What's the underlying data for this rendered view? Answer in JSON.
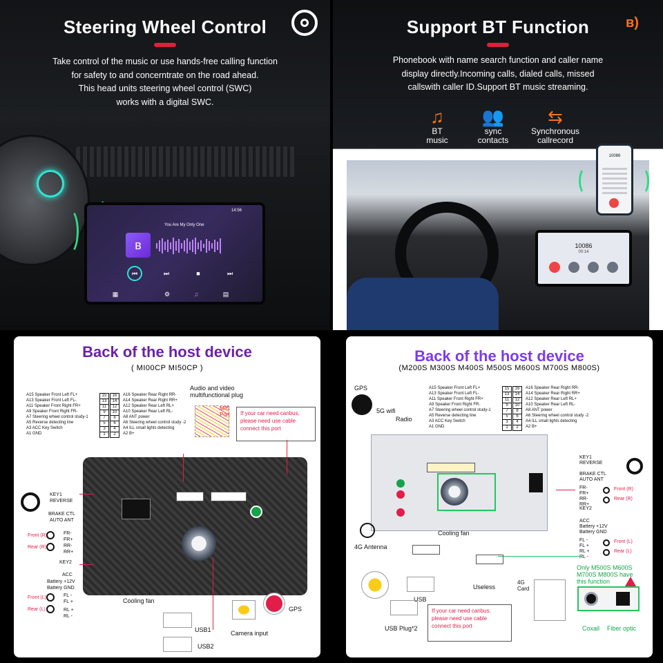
{
  "panel_steering": {
    "title": "Steering Wheel Control",
    "description": [
      "Take control of the music or use hands-free calling function",
      "for safety to and concerntrate on the road ahead.",
      "This head units steering wheel control (SWC)",
      "works with a digital SWC."
    ],
    "screen": {
      "status": "14:56",
      "song": "You Are My Only One"
    }
  },
  "panel_bt": {
    "title": "Support BT Function",
    "description": [
      "Phonebook with name search function and caller name",
      "display directly.Incoming calls, dialed calls, missed",
      "callswith caller ID.Support BT music streaming."
    ],
    "features": [
      {
        "icon": "music-note-icon",
        "label1": "BT",
        "label2": "music"
      },
      {
        "icon": "contacts-icon",
        "label1": "sync",
        "label2": "contacts"
      },
      {
        "icon": "sync-icon",
        "label1": "Synchronous",
        "label2": "callrecord"
      }
    ],
    "phone_number": "10086",
    "screen_number": "10086",
    "screen_time": "00:14",
    "colors": {
      "accent": "#f97316",
      "brand": "#e0203a"
    }
  },
  "panel_back1": {
    "title": "Back of the host device",
    "models": "( MI00CP  MI50CP )",
    "title_color": "#6b21a8",
    "pins_left": [
      "A15  Speaker Front Left FL+",
      "A13  Speaker Front Left FL-",
      "A11  Speaker Front Right FR+",
      "A9   Speaker Front Right FR-",
      "A7   Steering wheel control study-1",
      "A5   Reverse detecting line",
      "A3 ACC Key Switch",
      "A1 GND"
    ],
    "pins_nums_l": [
      "15",
      "13",
      "11",
      "9",
      "7",
      "5",
      "3",
      "1"
    ],
    "pins_nums_r": [
      "16",
      "14",
      "12",
      "10",
      "8",
      "6",
      "4",
      "2"
    ],
    "pins_right": [
      "A16 Speaker Rear Right RR-",
      "A14 Speaker Rear Right RR+",
      "A12 Speaker Rear Left RL+",
      "A10 Speaker Rear Left RL-",
      "A8  ANT power",
      "A6  Steering wheel control study -2",
      "A4  ILL small lights detecting",
      "A2  B+"
    ],
    "av_plug": [
      "Audio and video",
      "multifunctional plug"
    ],
    "mic": [
      "MIC",
      "Port"
    ],
    "canbus_warning": [
      "If your car need canbus,",
      "please need use cable",
      "connect this port"
    ],
    "left_labels": [
      "KEY1",
      "REVERSE",
      "BRAKE CTL",
      "AUTO ANT",
      "KEY2",
      "ACC",
      "Battery +12V",
      "Battery GND"
    ],
    "front_r": "Front (R)",
    "rear_r": "Rear (R)",
    "front_l": "Front (L)",
    "rear_l": "Rear (L)",
    "fr": [
      "FR-",
      "FR+"
    ],
    "rr": [
      "RR-",
      "RR+"
    ],
    "fl": [
      "FL -",
      "FL +"
    ],
    "rl": [
      "RL +",
      "RL -"
    ],
    "cooling_fan": "Cooling fan",
    "gps": "GPS",
    "usb1": "USB1",
    "usb2": "USB2",
    "camera_input": "Camera input"
  },
  "panel_back2": {
    "title": "Back of the host device",
    "models": "(M200S M300S M400S M500S M600S M700S M800S)",
    "title_color": "#7c3aed",
    "pins_left": [
      "A15  Speaker Front Left FL+",
      "A13  Speaker Front Left FL-",
      "A11  Speaker Front Right FR+",
      "A9   Speaker Front Right FR-",
      "A7   Steering wheel control study-1",
      "A5   Reverse detecting line",
      "A3 ACC Key Switch",
      "A1 GND"
    ],
    "pins_nums_l": [
      "15",
      "13",
      "11",
      "9",
      "7",
      "5",
      "3",
      "1"
    ],
    "pins_nums_r": [
      "16",
      "14",
      "12",
      "10",
      "8",
      "6",
      "4",
      "2"
    ],
    "pins_right": [
      "A16 Speaker Rear Right RR-",
      "A14 Speaker Rear Right RR+",
      "A12 Speaker Rear Left RL+",
      "A10 Speaker Rear Left RL-",
      "A8  ANT power",
      "A6  Steering wheel control study -2",
      "A4  ILL small lights detecting",
      "A2  B+"
    ],
    "gps": "GPS",
    "wifi": "5G wifi",
    "radio": "Radio",
    "antenna_4g": "4G Antenna",
    "cooling_fan": "Cooling fan",
    "right_labels": [
      "KEY1",
      "REVERSE",
      "BRAKE CTL",
      "AUTO ANT",
      "KEY2",
      "ACC",
      "Battery +12V",
      "Battery GND"
    ],
    "fr": [
      "FR-",
      "FR+"
    ],
    "rr": [
      "RR-",
      "RR+"
    ],
    "fl": [
      "FL -",
      "FL +"
    ],
    "rl": [
      "RL +",
      "RL -"
    ],
    "front_r": "Front (R)",
    "rear_r": "Rear (R)",
    "front_l": "Front (L)",
    "rear_l": "Rear (L)",
    "usb": "USB",
    "usb_plug": "USB Plug*2",
    "useless": "Useless",
    "card_4g": [
      "4G",
      "Card"
    ],
    "only_models": [
      "Only M500S M600S",
      "M700S M800S have",
      "this function"
    ],
    "coaxial": "Coxail",
    "fiber_optic": "Fiber optic",
    "canbus_warning": [
      "If your car need canbus,",
      "please need use cable",
      "connect this port"
    ],
    "green_color": "#16a34a"
  }
}
